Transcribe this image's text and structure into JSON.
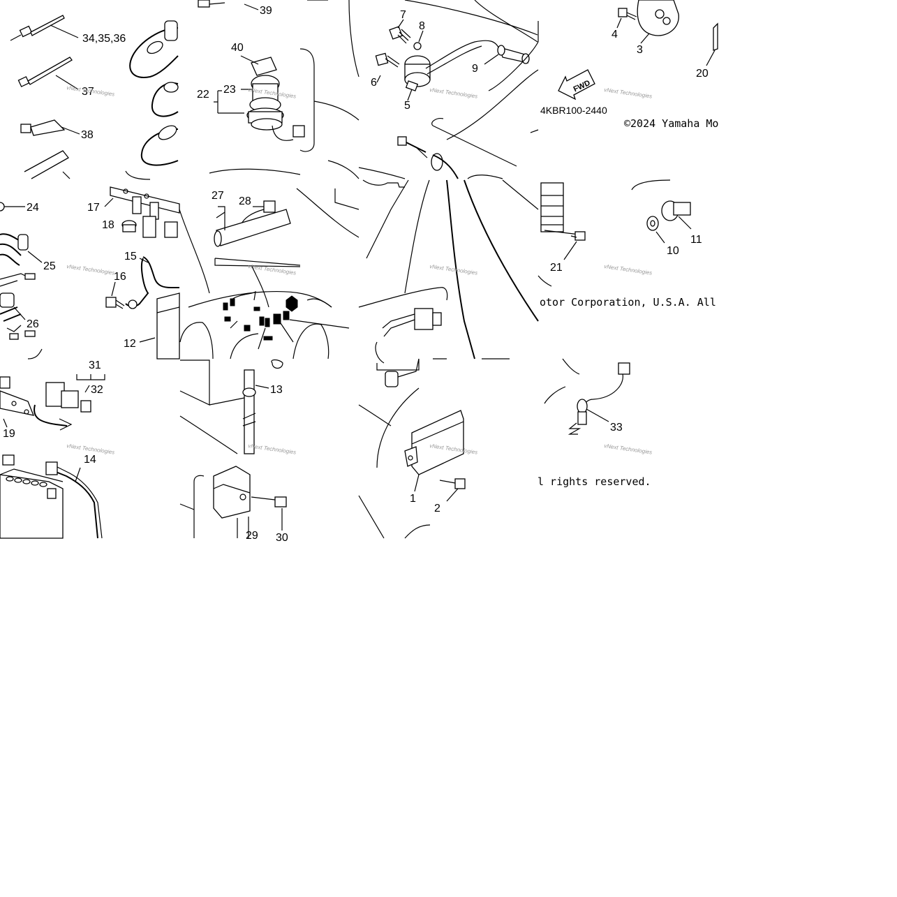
{
  "callouts": [
    {
      "id": "c1",
      "text": "1"
    },
    {
      "id": "c2",
      "text": "2"
    },
    {
      "id": "c3",
      "text": "3"
    },
    {
      "id": "c4",
      "text": "4"
    },
    {
      "id": "c5",
      "text": "5"
    },
    {
      "id": "c6",
      "text": "6"
    },
    {
      "id": "c7",
      "text": "7"
    },
    {
      "id": "c8",
      "text": "8"
    },
    {
      "id": "c9",
      "text": "9"
    },
    {
      "id": "c10",
      "text": "10"
    },
    {
      "id": "c11",
      "text": "11"
    },
    {
      "id": "c12",
      "text": "12"
    },
    {
      "id": "c13",
      "text": "13"
    },
    {
      "id": "c14",
      "text": "14"
    },
    {
      "id": "c15",
      "text": "15"
    },
    {
      "id": "c16",
      "text": "16"
    },
    {
      "id": "c17",
      "text": "17"
    },
    {
      "id": "c18",
      "text": "18"
    },
    {
      "id": "c19",
      "text": "19"
    },
    {
      "id": "c20",
      "text": "20"
    },
    {
      "id": "c21",
      "text": "21"
    },
    {
      "id": "c22",
      "text": "22"
    },
    {
      "id": "c23",
      "text": "23"
    },
    {
      "id": "c24",
      "text": "24"
    },
    {
      "id": "c25",
      "text": "25"
    },
    {
      "id": "c26",
      "text": "26"
    },
    {
      "id": "c27",
      "text": "27"
    },
    {
      "id": "c28",
      "text": "28"
    },
    {
      "id": "c29",
      "text": "29"
    },
    {
      "id": "c30",
      "text": "30"
    },
    {
      "id": "c31",
      "text": "31"
    },
    {
      "id": "c32",
      "text": "32"
    },
    {
      "id": "c33",
      "text": "33"
    },
    {
      "id": "c34",
      "text": "34,35,36"
    },
    {
      "id": "c37",
      "text": "37"
    },
    {
      "id": "c38",
      "text": "38"
    },
    {
      "id": "c39",
      "text": "39"
    },
    {
      "id": "c40",
      "text": "40"
    }
  ],
  "diagram_code": "4KBR100-2440",
  "fwd_label": "FWD",
  "copyright_1": "©2024 Yamaha Mo",
  "copyright_2": "otor Corporation, U.S.A. All",
  "copyright_3": "l rights reserved.",
  "watermark": "vNext Technologies"
}
